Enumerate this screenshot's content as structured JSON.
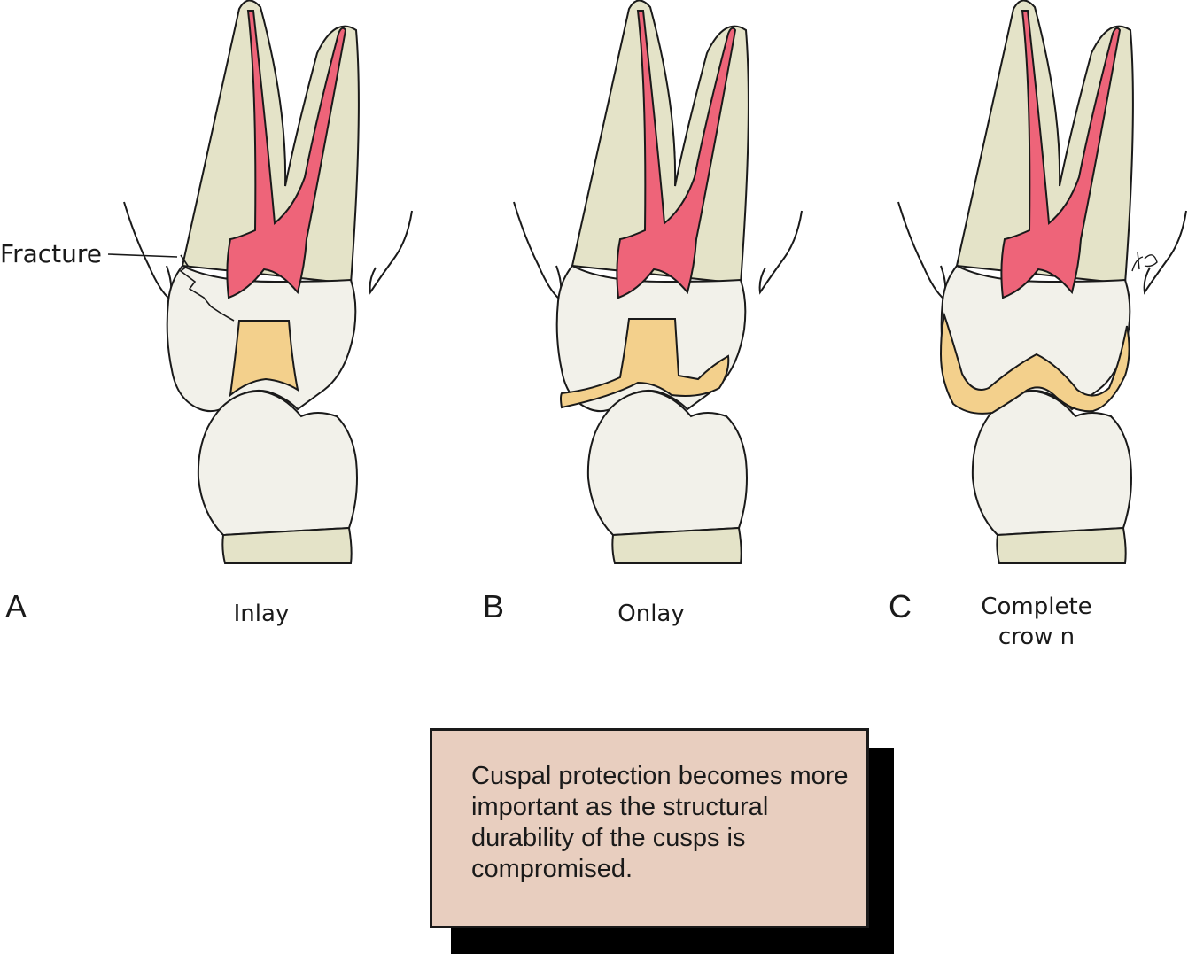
{
  "figure": {
    "labels": {
      "fracture": "Fracture"
    },
    "panels": [
      {
        "letter": "A",
        "caption": "Inlay"
      },
      {
        "letter": "B",
        "caption": "Onlay"
      },
      {
        "letter": "C",
        "caption": "Complete\ncrow n"
      }
    ],
    "note": "Cuspal protection becomes more important as the structural durability of the cusps is compromised.",
    "colors": {
      "root": "#e4e3c8",
      "crown": "#f2f1ea",
      "pulp": "#ee6479",
      "restoration": "#f3d08c",
      "outline": "#1a1a1a",
      "note_fill": "#e8cebf"
    }
  }
}
